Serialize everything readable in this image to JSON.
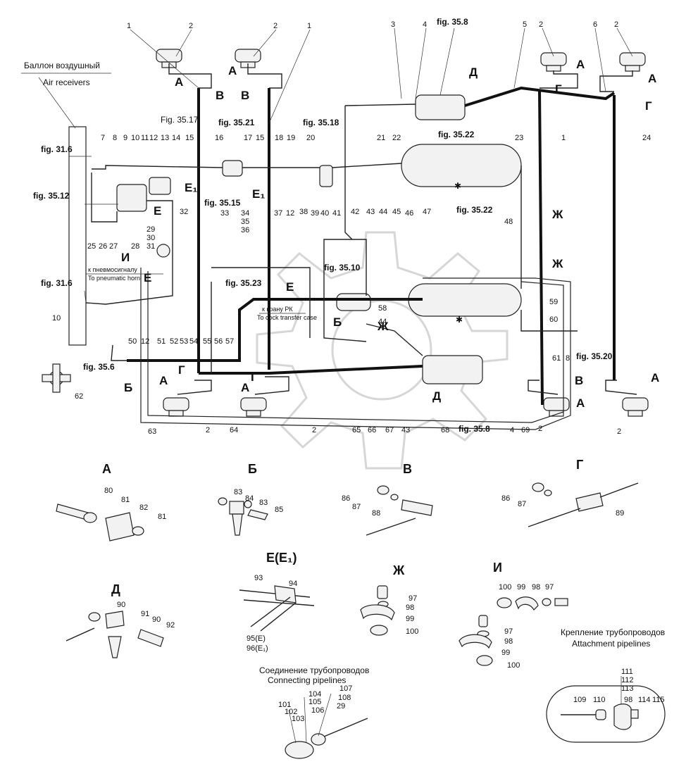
{
  "labels": {
    "air_receivers_ru": "Баллон воздушный",
    "air_receivers_en": "Air receivers",
    "to_horn_ru": "к пневмосигналу",
    "to_horn_en": "To pneumatic horn",
    "to_transfer_ru": "к крану РК",
    "to_transfer_en": "To cock transfer case",
    "connecting_ru": "Соединение трубопроводов",
    "connecting_en": "Connecting pipelines",
    "attachment_ru": "Крепление трубопроводов",
    "attachment_en": "Attachment pipelines"
  },
  "figure_refs": {
    "r358_top": "fig. 35.8",
    "r3521": "fig. 35.21",
    "r3518": "fig. 35.18",
    "r3517": "Fig. 35.17",
    "r3522_top": "fig. 35.22",
    "r3522_mid": "fig. 35.22",
    "r316_top": "fig. 31.6",
    "r3512": "fig. 35.12",
    "r3515": "fig. 35.15",
    "r3510": "fig. 35.10",
    "r3523": "fig. 35.23",
    "r316_bot": "fig. 31.6",
    "r356": "fig. 35.6",
    "r3520": "fig. 35.20",
    "r358_bot": "fig. 35.8"
  },
  "letters": {
    "A1": "А",
    "A2": "А",
    "A3": "А",
    "A4": "А",
    "A5": "А",
    "A6": "А",
    "A7": "А",
    "A8": "А",
    "B1": "В",
    "B2": "В",
    "B3": "В",
    "G1": "Г",
    "G2": "Г",
    "G3": "Г",
    "G4": "Г",
    "D1": "Д",
    "D2": "Д",
    "E1": "Е",
    "E2": "Е",
    "E3": "Е",
    "E1a": "Е₁",
    "E1b": "Е₁",
    "Zh1": "Ж",
    "Zh2": "Ж",
    "Zh3": "Ж",
    "I1": "И",
    "B6a": "Б",
    "B6b": "Б"
  },
  "callouts": {
    "n1a": "1",
    "n1b": "1",
    "n1c": "1",
    "n2a": "2",
    "n2b": "2",
    "n2c": "2",
    "n2d": "2",
    "n3": "3",
    "n4": "4",
    "n5": "5",
    "n6": "6",
    "n7": "7",
    "n8": "8",
    "n9": "9",
    "n10": "10",
    "n11": "11",
    "n12": "12",
    "n13": "13",
    "n14": "14",
    "n15": "15",
    "n16": "16",
    "n17": "17",
    "n15b": "15",
    "n18": "18",
    "n19": "19",
    "n20": "20",
    "n21": "21",
    "n22": "22",
    "n23": "23",
    "n24": "24",
    "n25": "25",
    "n26": "26",
    "n27": "27",
    "n28": "28",
    "n29": "29",
    "n30": "30",
    "n31": "31",
    "n32": "32",
    "n33": "33",
    "n34": "34",
    "n35": "35",
    "n36": "36",
    "n37": "37",
    "n12b": "12",
    "n38": "38",
    "n39": "39",
    "n40": "40",
    "n41": "41",
    "n42": "42",
    "n43": "43",
    "n44": "44",
    "n45": "45",
    "n46": "46",
    "n47": "47",
    "n48": "48",
    "n10b": "10",
    "n50": "50",
    "n12c": "12",
    "n51": "51",
    "n52": "52",
    "n53": "53",
    "n54": "54",
    "n55": "55",
    "n56": "56",
    "n57": "57",
    "n58": "58",
    "n44b": "44",
    "n59": "59",
    "n60": "60",
    "n61": "61",
    "n8b": "8",
    "n62": "62",
    "n63": "63",
    "n2e": "2",
    "n64": "64",
    "n2f": "2",
    "n65": "65",
    "n66": "66",
    "n67": "67",
    "n43b": "43",
    "n68": "68",
    "n4b": "4",
    "n69": "69",
    "n2g": "2",
    "n2h": "2"
  },
  "details": {
    "A": {
      "title": "А",
      "parts": [
        "80",
        "81",
        "82",
        "81"
      ]
    },
    "B": {
      "title": "Б",
      "parts": [
        "83",
        "84",
        "83",
        "85"
      ]
    },
    "V": {
      "title": "В",
      "parts": [
        "86",
        "87",
        "88"
      ]
    },
    "G": {
      "title": "Г",
      "parts": [
        "86",
        "87",
        "89"
      ]
    },
    "D": {
      "title": "Д",
      "parts": [
        "90",
        "91",
        "90",
        "92"
      ]
    },
    "E": {
      "title": "Е(Е₁)",
      "parts": [
        "93",
        "94",
        "95(Е)",
        "96(Е₁)"
      ]
    },
    "Zh": {
      "title": "Ж",
      "parts": [
        "97",
        "98",
        "99",
        "100"
      ]
    },
    "I": {
      "title": "И",
      "parts": [
        "100",
        "99",
        "98",
        "97",
        "97",
        "98",
        "99",
        "100"
      ]
    },
    "conn": {
      "parts": [
        "101",
        "102",
        "103",
        "104",
        "105",
        "106",
        "107",
        "108",
        "29"
      ]
    },
    "attach": {
      "parts": [
        "109",
        "110",
        "111",
        "112",
        "113",
        "98",
        "114",
        "115"
      ]
    }
  }
}
